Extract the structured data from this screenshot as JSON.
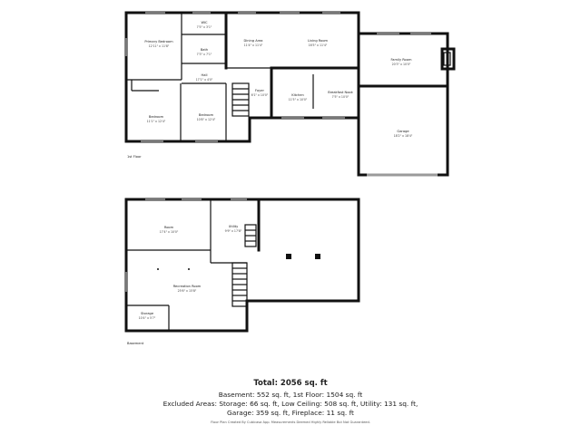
{
  "floors": {
    "first": {
      "label": "1st Floor",
      "rooms": {
        "primary_bedroom": {
          "name": "Primary Bedroom",
          "dims": "12'11\" x 11'8\""
        },
        "wic": {
          "name": "WIC",
          "dims": "7'5\" x 3'1\""
        },
        "bath": {
          "name": "Bath",
          "dims": "7'3\" x 7'1\""
        },
        "hall": {
          "name": "Hall",
          "dims": "17'1\" x 4'0\""
        },
        "dining_area": {
          "name": "Dining Area",
          "dims": "11'4\" x 11'4\""
        },
        "living_room": {
          "name": "Living Room",
          "dims": "16'5\" x 11'4\""
        },
        "family_room": {
          "name": "Family Room",
          "dims": "20'3\" x 10'0\""
        },
        "foyer": {
          "name": "Foyer",
          "dims": "6'1\" x 10'0\""
        },
        "kitchen": {
          "name": "Kitchen",
          "dims": "11'5\" x 10'0\""
        },
        "breakfast_nook": {
          "name": "Breakfast Nook",
          "dims": "7'5\" x 10'0\""
        },
        "bedroom_1": {
          "name": "Bedroom",
          "dims": "11'1\" x 12'4\""
        },
        "bedroom_2": {
          "name": "Bedroom",
          "dims": "10'8\" x 12'4\""
        },
        "garage": {
          "name": "Garage",
          "dims": "18'2\" x 18'4\""
        }
      }
    },
    "basement": {
      "label": "Basement",
      "rooms": {
        "room": {
          "name": "Room",
          "dims": "17'4\" x 10'0\""
        },
        "utility": {
          "name": "Utility",
          "dims": "9'9\" x 17'8\""
        },
        "recreation_room": {
          "name": "Recreation Room",
          "dims": "25'6\" x 15'8\""
        },
        "storage": {
          "name": "Storage",
          "dims": "10'4\" x 5'7\""
        }
      }
    }
  },
  "summary": {
    "total": "Total: 2056 sq. ft",
    "line1": "Basement: 552 sq. ft, 1st Floor: 1504 sq. ft",
    "line2": "Excluded Areas: Storage: 66 sq. ft, Low Ceiling: 508 sq. ft, Utility: 131 sq. ft,",
    "line3": "Garage: 359 sq. ft, Fireplace: 11 sq. ft",
    "credit": "Floor Plan Created By Cubicasa App. Measurements Deemed Highly Reliable But Not Guaranteed."
  }
}
